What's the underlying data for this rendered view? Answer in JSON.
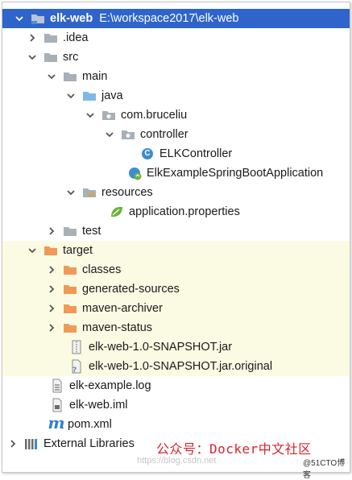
{
  "tree": {
    "root": {
      "label": "elk-web",
      "path": "E:\\workspace2017\\elk-web"
    },
    "idea": {
      "label": ".idea"
    },
    "src": {
      "label": "src"
    },
    "main": {
      "label": "main"
    },
    "java": {
      "label": "java"
    },
    "pkg": {
      "label": "com.bruceliu"
    },
    "controller": {
      "label": "controller"
    },
    "elkcontroller": {
      "label": "ELKController",
      "badge": "C"
    },
    "app": {
      "label": "ElkExampleSpringBootApplication"
    },
    "resources": {
      "label": "resources"
    },
    "props": {
      "label": "application.properties"
    },
    "test": {
      "label": "test"
    },
    "target": {
      "label": "target"
    },
    "classes": {
      "label": "classes"
    },
    "generated": {
      "label": "generated-sources"
    },
    "archiver": {
      "label": "maven-archiver"
    },
    "status": {
      "label": "maven-status"
    },
    "jar": {
      "label": "elk-web-1.0-SNAPSHOT.jar"
    },
    "jaroriginal": {
      "label": "elk-web-1.0-SNAPSHOT.jar.original"
    },
    "log": {
      "label": "elk-example.log"
    },
    "iml": {
      "label": "elk-web.iml"
    },
    "pom": {
      "label": "pom.xml",
      "badge": "m"
    },
    "libs": {
      "label": "External Libraries"
    }
  },
  "watermark": {
    "text": "公众号：Docker中文社区",
    "faint": "https://blog.csdn.net",
    "small": "@51CTO博客"
  },
  "colors": {
    "selection": "#2f65ca",
    "excluded_bg": "#fbfbe4",
    "folder": "#a8b0b8",
    "source_folder": "#7fb8e6",
    "excluded_folder": "#f09a58",
    "watermark": "#d7242c"
  }
}
